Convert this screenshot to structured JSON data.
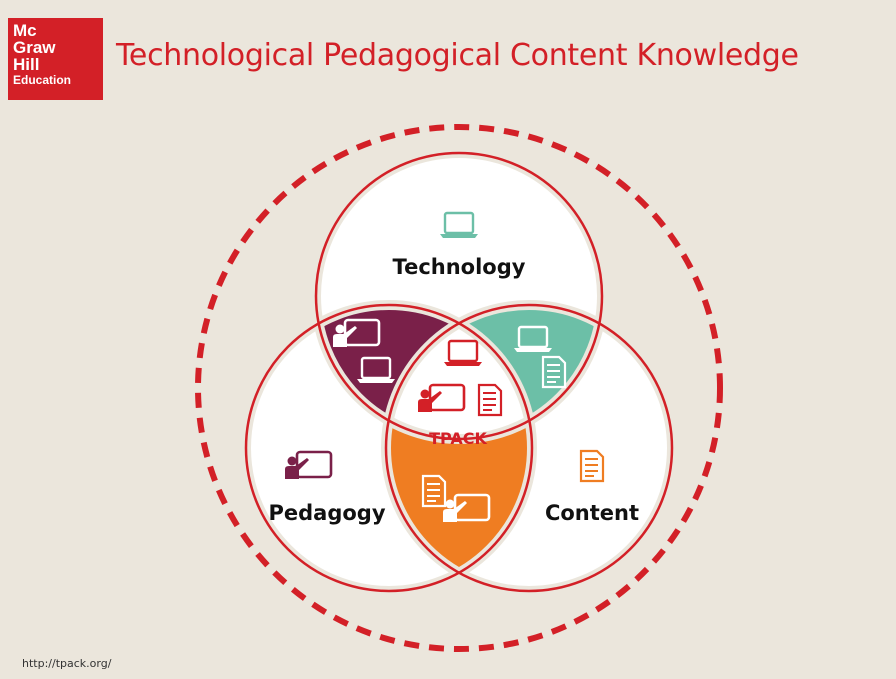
{
  "header": {
    "logo_lines": [
      "Mc",
      "Graw",
      "Hill",
      "Education"
    ],
    "title": "Technological Pedagogical Content Knowledge"
  },
  "diagram": {
    "labels": {
      "technology": "Technology",
      "pedagogy": "Pedagogy",
      "content": "Content",
      "center": "TPACK"
    },
    "colors": {
      "accent_red": "#d32027",
      "plum": "#7a2049",
      "teal": "#6cbfa7",
      "orange": "#ef7d22",
      "background": "#ebe6dc"
    },
    "icons": {
      "technology": "laptop-icon",
      "pedagogy": "teacher-board-icon",
      "content": "document-icon",
      "tp_overlap": [
        "teacher-board-icon",
        "laptop-icon"
      ],
      "tc_overlap": [
        "laptop-icon",
        "document-icon"
      ],
      "pc_overlap": [
        "document-icon",
        "teacher-board-icon"
      ],
      "center": [
        "laptop-icon",
        "teacher-board-icon",
        "document-icon"
      ]
    }
  },
  "footer": {
    "url": "http://tpack.org/"
  }
}
